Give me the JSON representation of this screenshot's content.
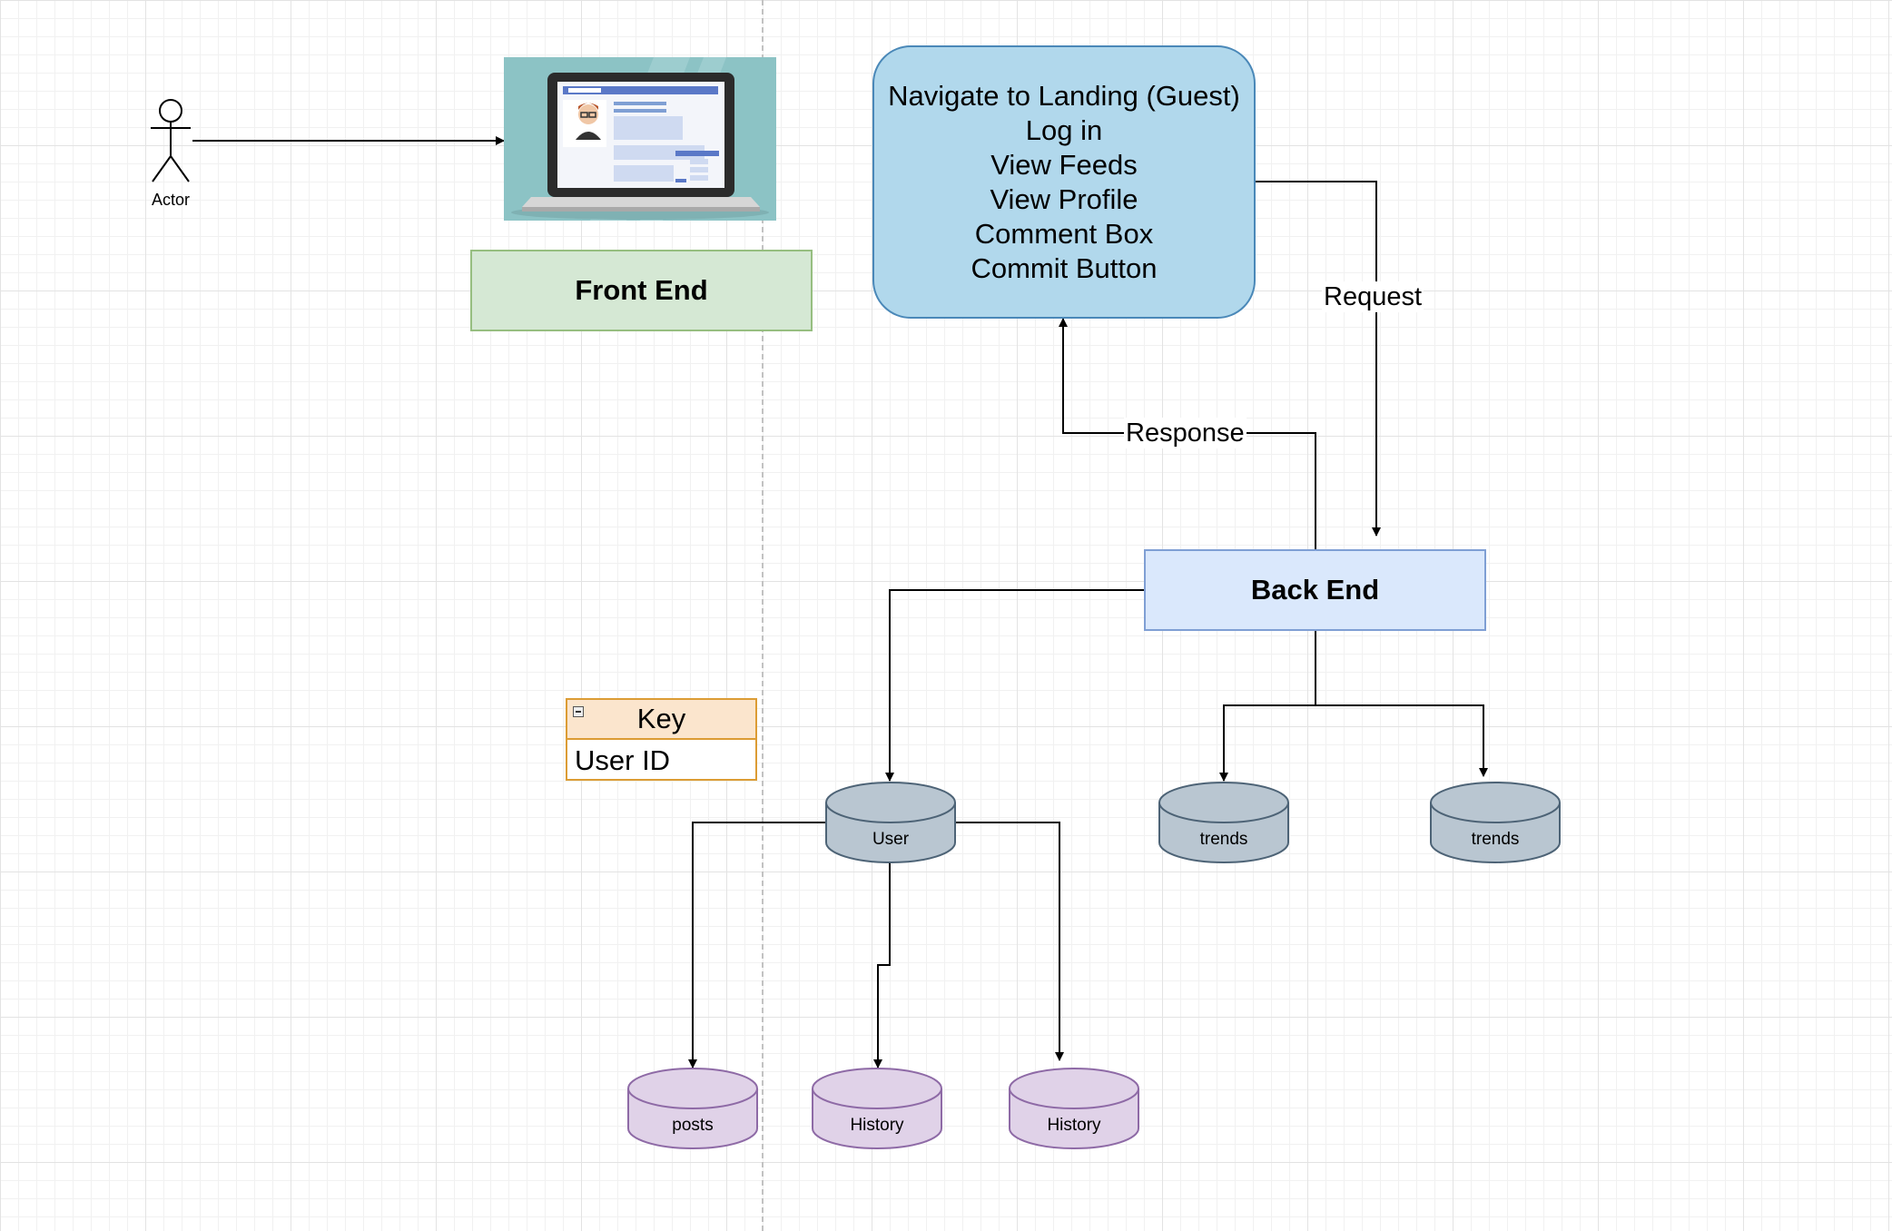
{
  "diagram": {
    "actor": {
      "label": "Actor"
    },
    "front_end": {
      "label": "Front End"
    },
    "use_cases": {
      "lines": [
        "Navigate to Landing (Guest)",
        "Log in",
        "View Feeds",
        "View Profile",
        "Comment Box",
        "Commit Button"
      ]
    },
    "back_end": {
      "label": "Back End"
    },
    "edges": {
      "request": "Request",
      "response": "Response"
    },
    "key_table": {
      "header": "Key",
      "rows": [
        "User ID"
      ]
    },
    "databases": {
      "user": "User",
      "trends_1": "trends",
      "trends_2": "trends",
      "posts": "posts",
      "history_1": "History",
      "history_2": "History"
    },
    "colors": {
      "front_end_fill": "#d5e8d4",
      "use_case_fill": "#b1d8ec",
      "back_end_fill": "#dae8fc",
      "key_header_fill": "#fbe5cd",
      "db_gray": "#b9c6d1",
      "db_purple": "#e0d2e8"
    }
  }
}
